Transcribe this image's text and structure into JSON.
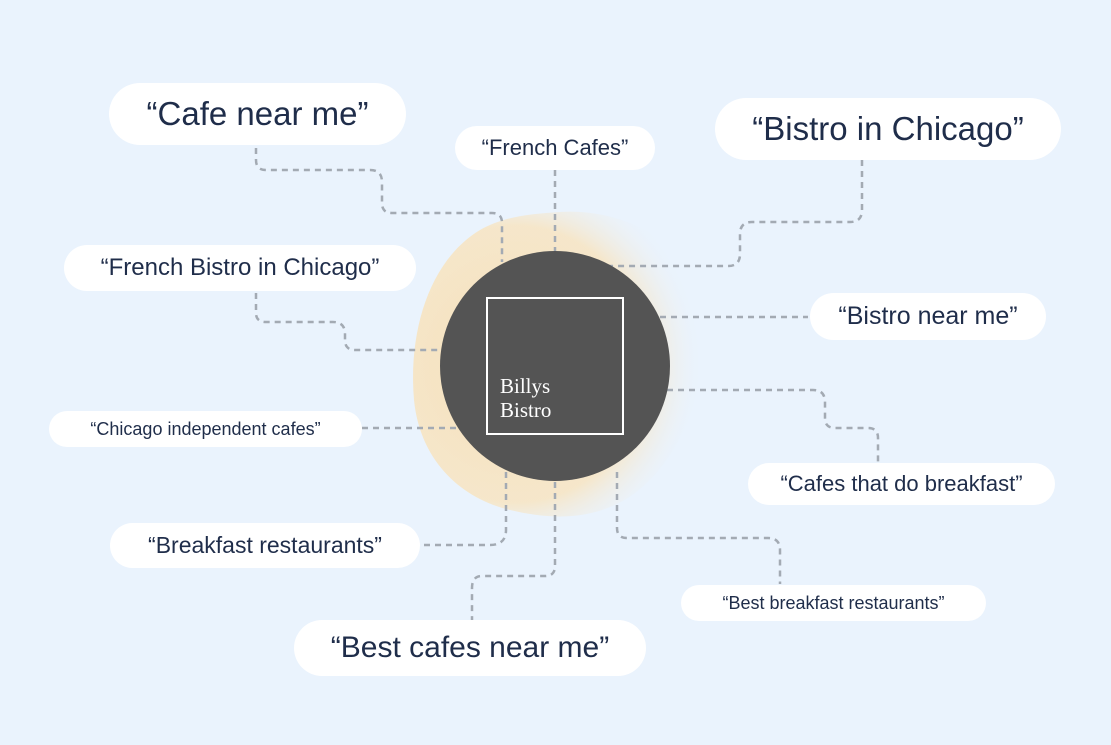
{
  "brand": {
    "name_line1": "Billys",
    "name_line2": "Bistro"
  },
  "search_terms": {
    "cafe_near_me": "“Cafe near me”",
    "french_cafes": "“French Cafes”",
    "bistro_in_chicago": "“Bistro in Chicago”",
    "french_bistro_in_chicago": "“French Bistro in Chicago”",
    "bistro_near_me": "“Bistro near me”",
    "chicago_independent_cafes": "“Chicago independent cafes”",
    "cafes_that_do_breakfast": "“Cafes that do breakfast”",
    "breakfast_restaurants": "“Breakfast restaurants”",
    "best_breakfast_restaurants": "“Best breakfast restaurants”",
    "best_cafes_near_me": "“Best cafes near me”"
  },
  "colors": {
    "background": "#eaf3fd",
    "hub": "#545454",
    "glow": "#f5e3c2",
    "connector": "#a3aab3",
    "pill_text": "#1f2d4a",
    "pill_bg": "#ffffff"
  }
}
